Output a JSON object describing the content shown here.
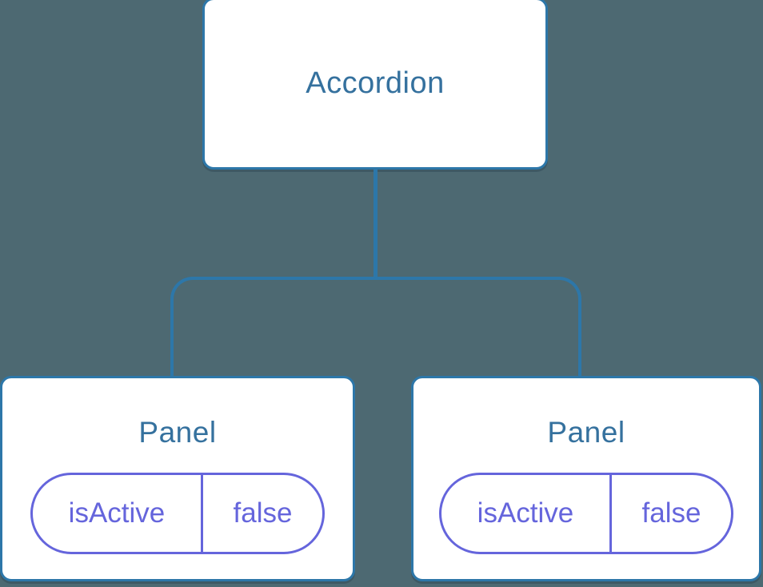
{
  "diagram": {
    "root": {
      "label": "Accordion"
    },
    "children": [
      {
        "label": "Panel",
        "state": {
          "name": "isActive",
          "value": "false"
        }
      },
      {
        "label": "Panel",
        "state": {
          "name": "isActive",
          "value": "false"
        }
      }
    ],
    "colors": {
      "background": "#4d6972",
      "node_background": "#ffffff",
      "node_border": "#2d77a9",
      "node_title": "#35719e",
      "connector": "#2d77a9",
      "state": "#6565dc"
    }
  }
}
